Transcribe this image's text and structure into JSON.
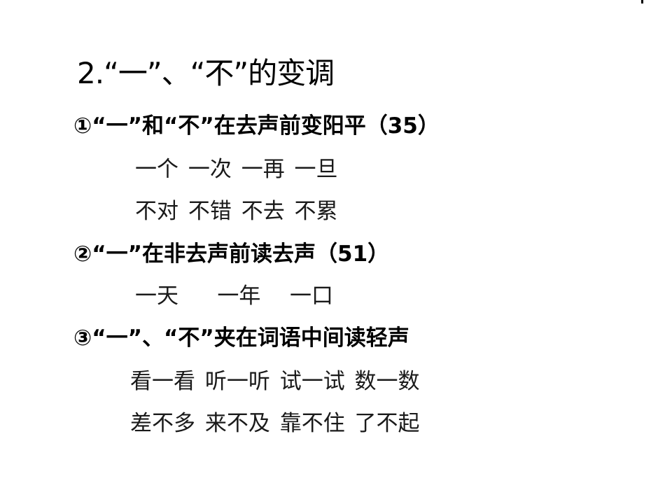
{
  "slide": {
    "title": "2.“一”、“不”的变调",
    "sections": [
      {
        "heading": "①“一”和“不”在去声前变阳平（35）",
        "examples": [
          "一个 一次 一再 一旦",
          "不对 不错 不去 不累"
        ]
      },
      {
        "heading": "②“一”在非去声前读去声（51）",
        "examples": [
          "一天    一年   一口"
        ]
      },
      {
        "heading": "③“一”、“不”夹在词语中间读轻声",
        "examples": [
          "看一看 听一听 试一试 数一数",
          "差不多 来不及 靠不住 了不起"
        ]
      }
    ]
  }
}
